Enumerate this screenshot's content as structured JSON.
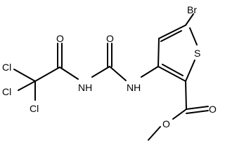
{
  "molecule": {
    "atoms": {
      "br": "Br",
      "s": "S",
      "nh_left": "NH",
      "nh_right": "NH",
      "o_acyl": "O",
      "o_urea": "O",
      "o_ester_carbonyl": "O",
      "o_ester": "O",
      "cl_top": "Cl",
      "cl_left": "Cl",
      "cl_bottom": "Cl"
    }
  }
}
